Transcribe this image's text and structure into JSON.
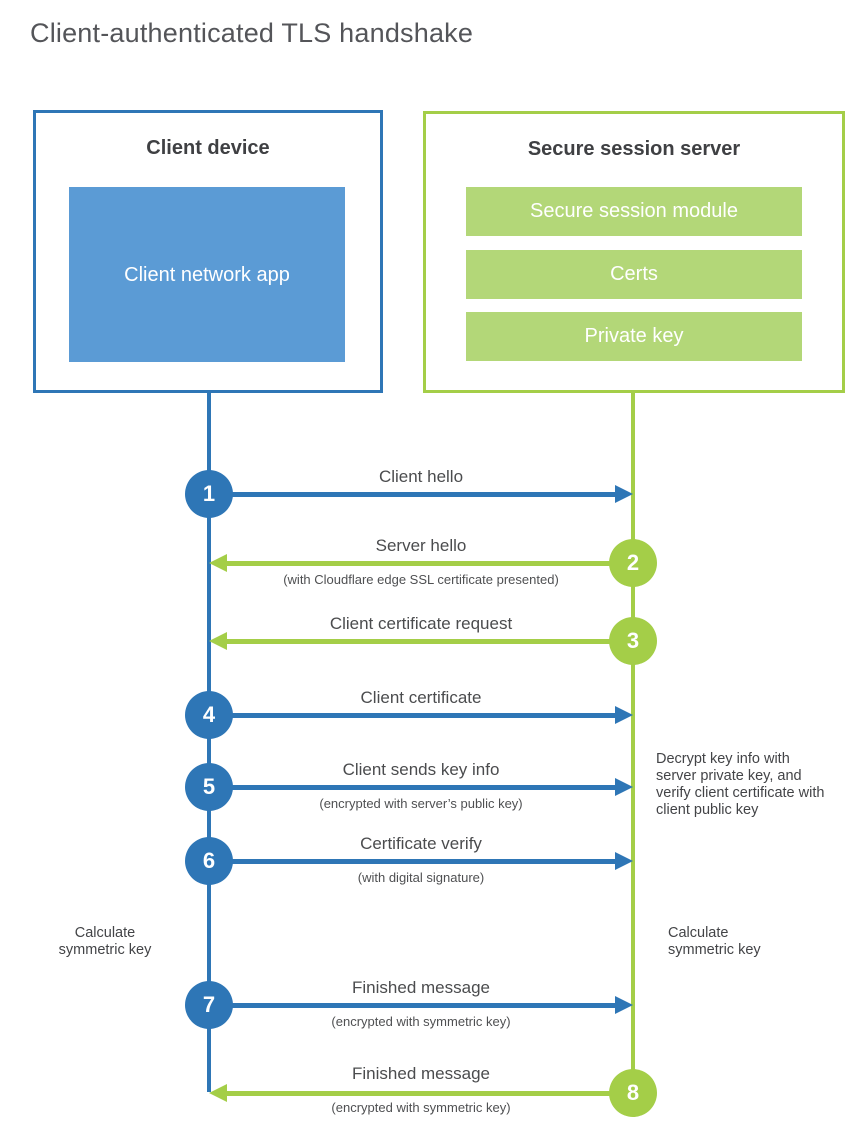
{
  "title": "Client-authenticated TLS handshake",
  "client": {
    "title": "Client device",
    "app": "Client network app"
  },
  "server": {
    "title": "Secure session server",
    "modules": [
      "Secure session module",
      "Certs",
      "Private key"
    ]
  },
  "steps": [
    {
      "num": "1",
      "direction": "client-to-server",
      "label": "Client hello"
    },
    {
      "num": "2",
      "direction": "server-to-client",
      "label": "Server hello",
      "sub": "(with Cloudflare edge SSL certificate presented)"
    },
    {
      "num": "3",
      "direction": "server-to-client",
      "label": "Client certificate request"
    },
    {
      "num": "4",
      "direction": "client-to-server",
      "label": "Client certificate"
    },
    {
      "num": "5",
      "direction": "client-to-server",
      "label": "Client sends key info",
      "sub": "(encrypted with server’s public key)"
    },
    {
      "num": "6",
      "direction": "client-to-server",
      "label": "Certificate verify",
      "sub": "(with digital signature)"
    },
    {
      "num": "7",
      "direction": "client-to-server",
      "label": "Finished message",
      "sub": "(encrypted with symmetric key)"
    },
    {
      "num": "8",
      "direction": "server-to-client",
      "label": "Finished message",
      "sub": "(encrypted with symmetric key)"
    }
  ],
  "notes": {
    "decrypt": "Decrypt key info with server private key, and verify client certificate with client public key",
    "calc_client": "Calculate symmetric key",
    "calc_server": "Calculate symmetric key"
  },
  "colors": {
    "blue": "#2e76b6",
    "light_blue": "#5b9bd5",
    "green": "#a4ce48",
    "light_green": "#b3d778"
  }
}
